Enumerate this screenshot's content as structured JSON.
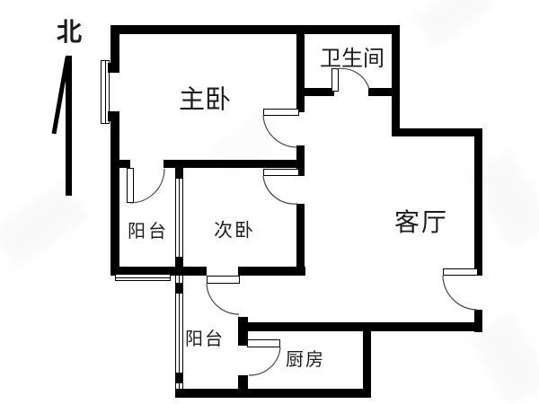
{
  "page": {
    "type": "apartment-floor-plan"
  },
  "compass": {
    "label": "北"
  },
  "rooms": {
    "master_bedroom": {
      "label": "主卧"
    },
    "bathroom": {
      "label": "卫生间"
    },
    "living_room": {
      "label": "客厅"
    },
    "balcony_north": {
      "label": "阳台"
    },
    "second_bedroom": {
      "label": "次卧"
    },
    "balcony_south": {
      "label": "阳台"
    },
    "kitchen": {
      "label": "厨房"
    }
  },
  "colors": {
    "wall": "#000000",
    "background": "#ffffff",
    "door_arc": "#444444",
    "label_text": "#1c1c1c",
    "watermark": "#9a9a9a"
  }
}
